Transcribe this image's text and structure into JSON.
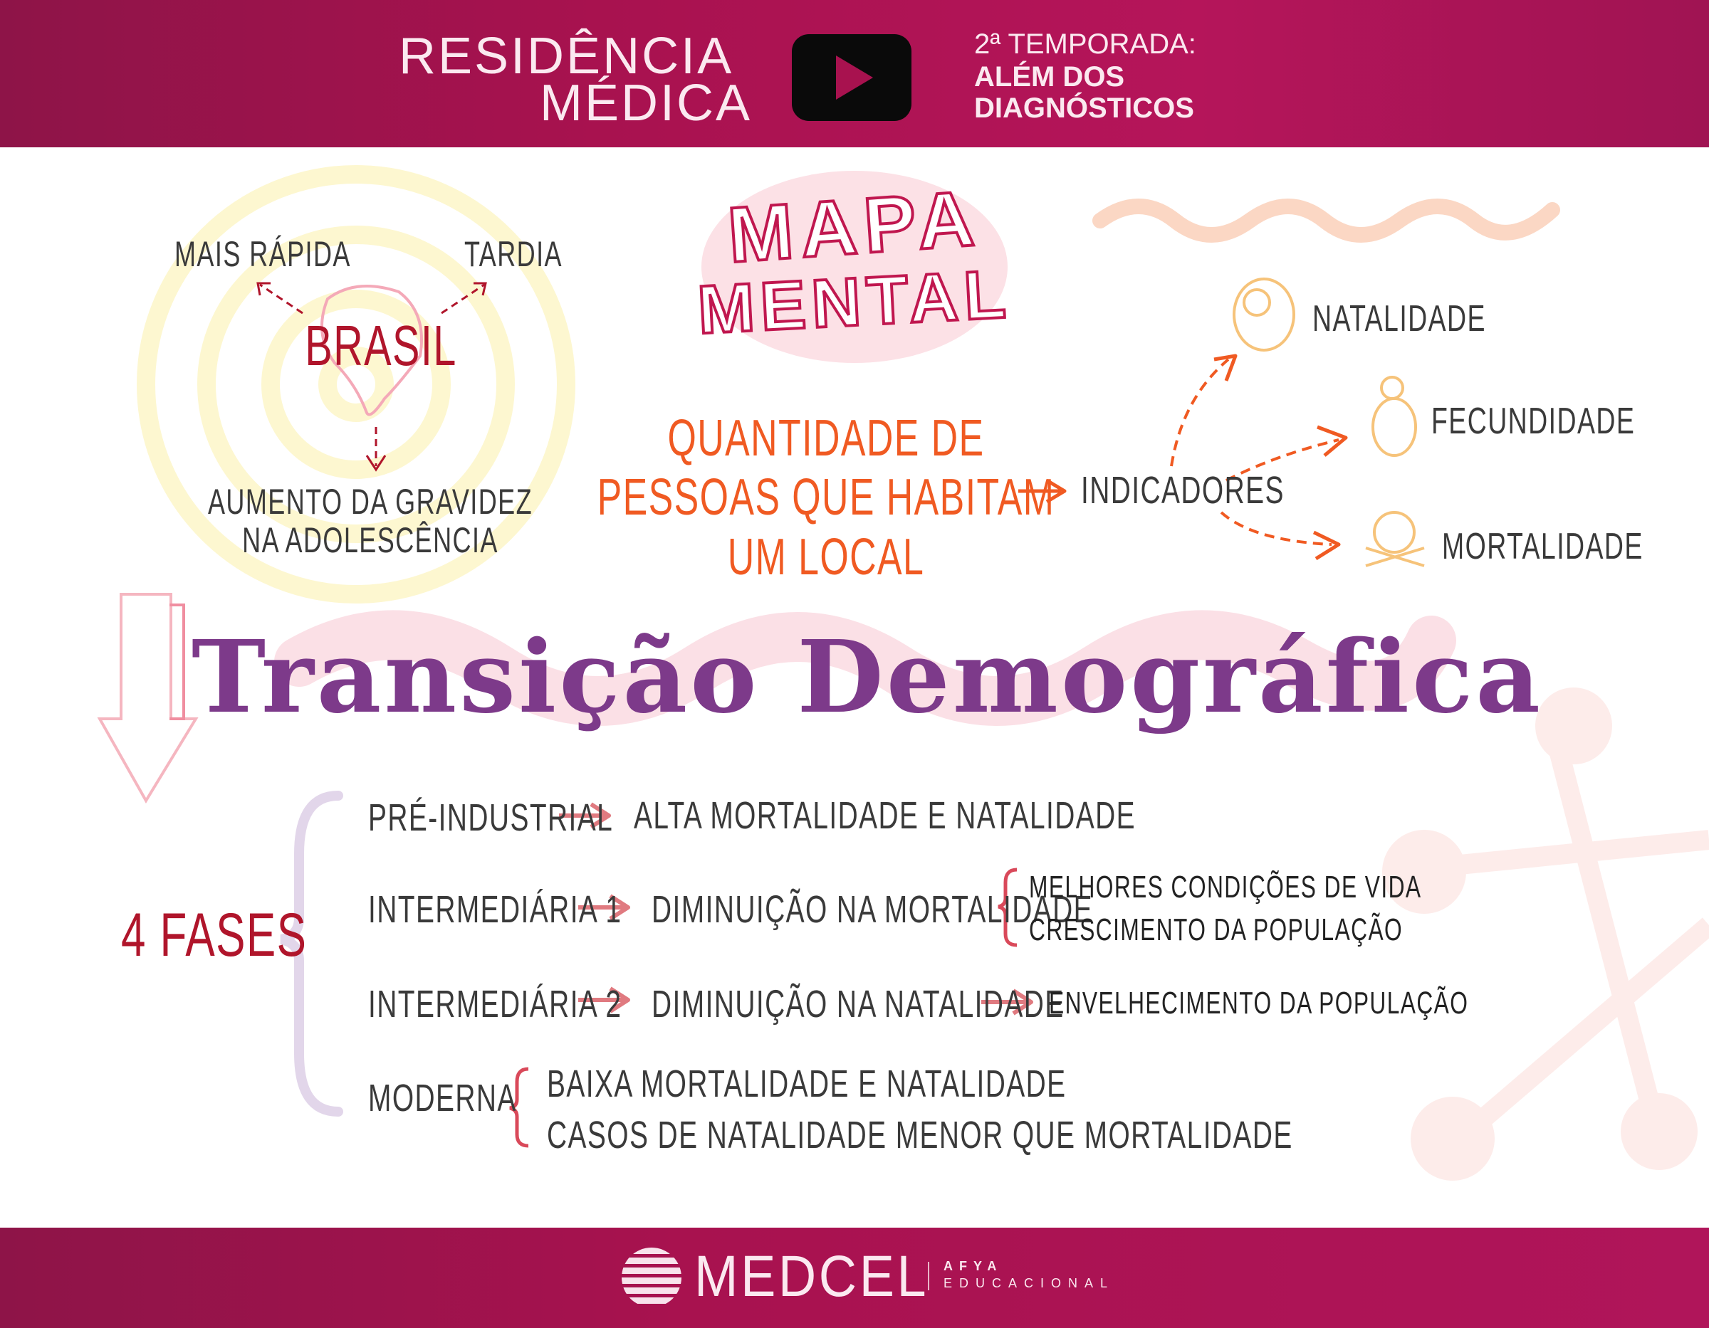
{
  "header": {
    "brand_line1": "RESIDÊNCIA",
    "brand_line2": "MÉDICA",
    "play_icon": "youtube-play-icon",
    "season": "2ª TEMPORADA:",
    "series_line1": "ALÉM DOS",
    "series_line2": "DIAGNÓSTICOS"
  },
  "mind_map": {
    "title_line1": "MAPA",
    "title_line2": "MENTAL",
    "brasil": {
      "center": "BRASIL",
      "left": "MAIS RÁPIDA",
      "right": "TARDIA",
      "bottom_line1": "AUMENTO DA GRAVIDEZ",
      "bottom_line2": "NA ADOLESCÊNCIA"
    },
    "definition": [
      "QUANTIDADE DE",
      "PESSOAS QUE HABITAM",
      "UM LOCAL"
    ],
    "indicators_label": "INDICADORES",
    "indicators": [
      {
        "label": "NATALIDADE",
        "icon": "baby-icon"
      },
      {
        "label": "FECUNDIDADE",
        "icon": "pregnant-woman-icon"
      },
      {
        "label": "MORTALIDADE",
        "icon": "skull-crossbones-icon"
      }
    ],
    "main_title": "Transição Demográfica",
    "phases_label": "4 FASES",
    "phases": [
      {
        "name": "PRÉ-INDUSTRIAL",
        "result": "ALTA MORTALIDADE E NATALIDADE"
      },
      {
        "name": "INTERMEDIÁRIA 1",
        "result": "DIMINUIÇÃO NA MORTALIDADE",
        "details": [
          "MELHORES CONDIÇÕES DE VIDA",
          "CRESCIMENTO DA POPULAÇÃO"
        ]
      },
      {
        "name": "INTERMEDIÁRIA 2",
        "result": "DIMINUIÇÃO NA NATALIDADE",
        "consequence": "ENVELHECIMENTO DA POPULAÇÃO"
      },
      {
        "name": "MODERNA",
        "details": [
          "BAIXA MORTALIDADE E NATALIDADE",
          "CASOS DE NATALIDADE MENOR QUE MORTALIDADE"
        ]
      }
    ]
  },
  "footer": {
    "logo": "MEDCEL",
    "partner_line1": "AFYA",
    "partner_line2": "EDUCACIONAL"
  },
  "colors": {
    "header": "#a8124f",
    "orange": "#f05a22",
    "purple": "#7d3a8a",
    "red": "#b0152b",
    "pink_arrow": "#e07a80",
    "yellow_icon": "#f6c37a"
  }
}
